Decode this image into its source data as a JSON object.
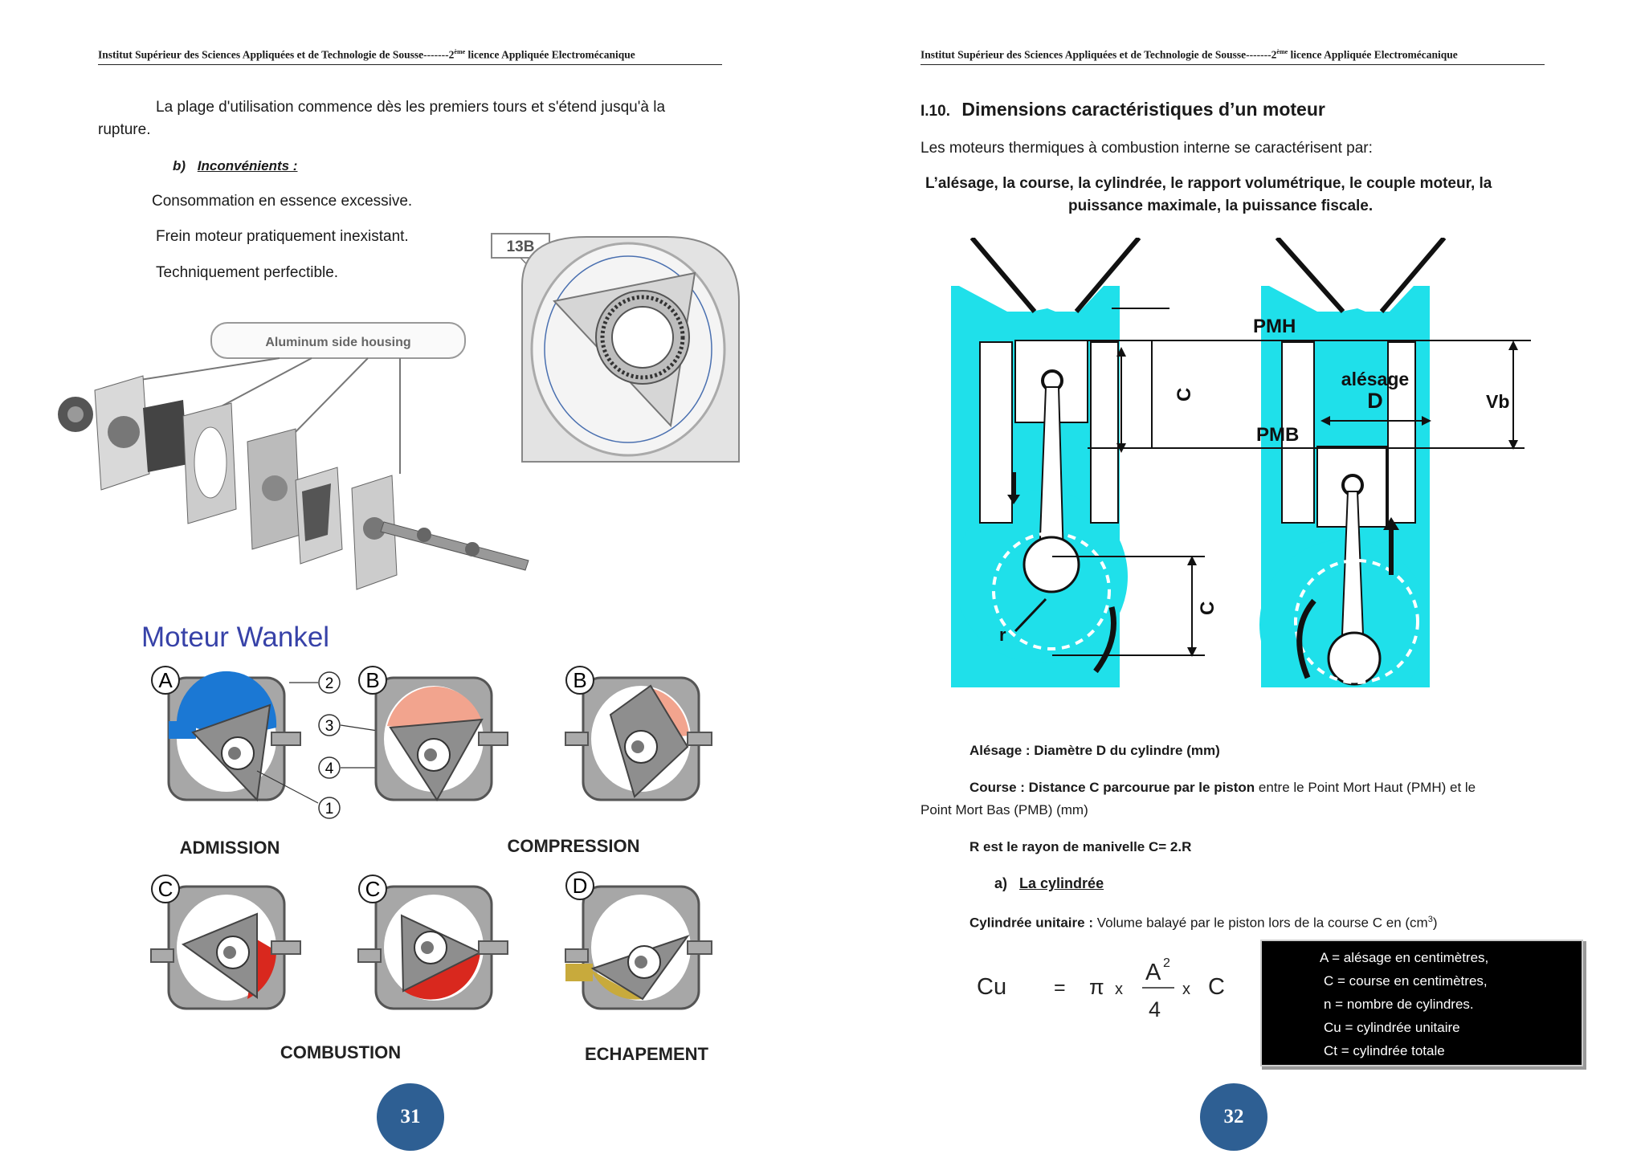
{
  "header": {
    "institution": "Institut Supérieur des Sciences Appliquées et de Technologie de Sousse-------2",
    "sup": "ème",
    "program": " licence Appliquée Electromécanique"
  },
  "left": {
    "para_line1": "La plage d'utilisation commence dès les premiers tours et s'étend jusqu'à la",
    "para_line2": "rupture.",
    "section_b_prefix": "b)",
    "section_b_title": "Inconvénients :",
    "drawbacks": [
      "Consommation en essence excessive.",
      "Frein moteur pratiquement inexistant.",
      "Techniquement perfectible."
    ],
    "fig_housing_label": "Aluminum side housing",
    "fig_rotor_label": "13B",
    "wankel_title": "Moteur Wankel",
    "wankel_stages": {
      "admission": "ADMISSION",
      "compression": "COMPRESSION",
      "combustion": "COMBUSTION",
      "echappement": "ECHAPEMENT"
    },
    "wankel_letters": {
      "a": "A",
      "b": "B",
      "c": "C",
      "d": "D"
    },
    "wankel_numbers": [
      "2",
      "3",
      "4",
      "1"
    ],
    "page_number": "31"
  },
  "right": {
    "section_number": "I.10.",
    "section_title": "Dimensions caractéristiques d’un moteur",
    "intro": "Les moteurs thermiques à combustion interne se caractérisent par:",
    "characteristics_line1": "L’alésage, la course, la cylindrée, le rapport volumétrique, le couple moteur, la",
    "characteristics_line2": "puissance maximale, la puissance fiscale.",
    "diagram": {
      "pmh": "PMH",
      "pmb": "PMB",
      "c": "C",
      "alesage": "alésage",
      "d": "D",
      "vb": "Vb",
      "r": "r"
    },
    "def_alesage": "Alésage : Diamètre D du cylindre (mm)",
    "def_course_bold": "Course : Distance C parcourue par le piston",
    "def_course_rest": " entre le Point Mort Haut (PMH) et le",
    "def_course_line2": "Point Mort Bas (PMB) (mm)",
    "def_radius": "R est le rayon de manivelle C= 2.R",
    "sub_a_prefix": "a)",
    "sub_a_title": "La cylindrée",
    "cyl_unit_bold": "Cylindrée unitaire :",
    "cyl_unit_rest": " Volume balayé par le piston lors de la course C en (cm",
    "cyl_unit_sup": "3",
    "cyl_unit_end": ")",
    "formula": {
      "lhs": "Cu",
      "eq": "=",
      "pi": "π",
      "times1": "x",
      "num": "A",
      "num_sup": "2",
      "den": "4",
      "times2": "x",
      "c": "C"
    },
    "legend": [
      "A = alésage en centimètres,",
      "C = course en centimètres,",
      "n = nombre de cylindres.",
      "Cu = cylindrée unitaire",
      "Ct = cylindrée totale"
    ],
    "page_number": "32"
  }
}
